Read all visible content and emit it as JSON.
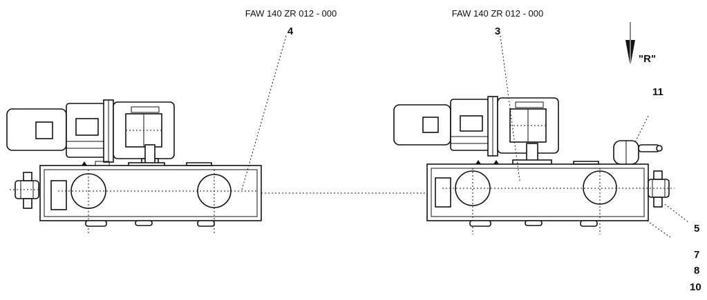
{
  "unit_left": {
    "part_number": "FAW 140 ZR 012 - 000",
    "item": "4"
  },
  "unit_right": {
    "part_number": "FAW 140 ZR 012 - 000",
    "item": "3"
  },
  "view_arrow": {
    "label": "\"R\""
  },
  "callouts": [
    "11",
    "5",
    "7",
    "8",
    "10"
  ]
}
